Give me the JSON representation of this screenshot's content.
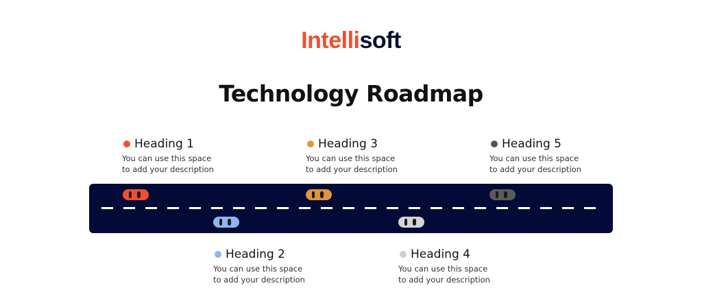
{
  "logo": {
    "part1": "Intelli",
    "part2": "soft",
    "color1": "#f04e30",
    "color2": "#0b1033"
  },
  "title": "Technology Roadmap",
  "road": {
    "color": "#040a38",
    "lane_color": "#ffffff"
  },
  "milestones": [
    {
      "heading": "Heading 1",
      "line1": "You can use this space",
      "line2": "to add your description",
      "color": "#f04e30",
      "position": "top"
    },
    {
      "heading": "Heading 2",
      "line1": "You can use this space",
      "line2": "to add your description",
      "color": "#8fb5f0",
      "position": "bottom"
    },
    {
      "heading": "Heading 3",
      "line1": "You can use this space",
      "line2": "to add your description",
      "color": "#e0943c",
      "position": "top"
    },
    {
      "heading": "Heading 4",
      "line1": "You can use this space",
      "line2": "to add your description",
      "color": "#cfcfcf",
      "position": "bottom"
    },
    {
      "heading": "Heading 5",
      "line1": "You can use this space",
      "line2": "to add your description",
      "color": "#555555",
      "position": "top"
    }
  ]
}
